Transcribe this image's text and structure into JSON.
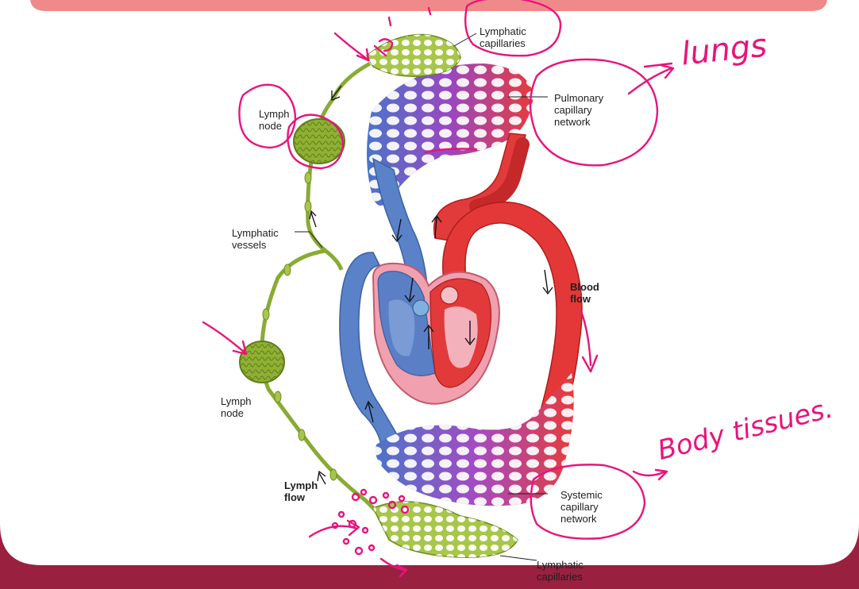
{
  "diagram": {
    "labels": {
      "lymphatic_capillaries_top": "Lymphatic\ncapillaries",
      "pulmonary": "Pulmonary\ncapillary\nnetwork",
      "lymph_node_top": "Lymph\nnode",
      "lymphatic_vessels": "Lymphatic\nvessels",
      "blood_flow": "Blood\nflow",
      "lymph_node_bottom": "Lymph\nnode",
      "lymph_flow": "Lymph\nflow",
      "systemic": "Systemic\ncapillary\nnetwork",
      "lymphatic_capillaries_bottom": "Lymphatic\ncapillaries"
    },
    "annotations": {
      "lungs": "lungs",
      "body_tissues": "Body tissues."
    }
  },
  "colors": {
    "frame": "#9a2040",
    "panel": "#ffffff",
    "ink": "#e8147a",
    "vein": "#5b7fc0",
    "artery": "#e03a3a",
    "capillary": "#8a4fb5",
    "lymph": "#a8c64a",
    "lymph_dark": "#6d8b22"
  }
}
